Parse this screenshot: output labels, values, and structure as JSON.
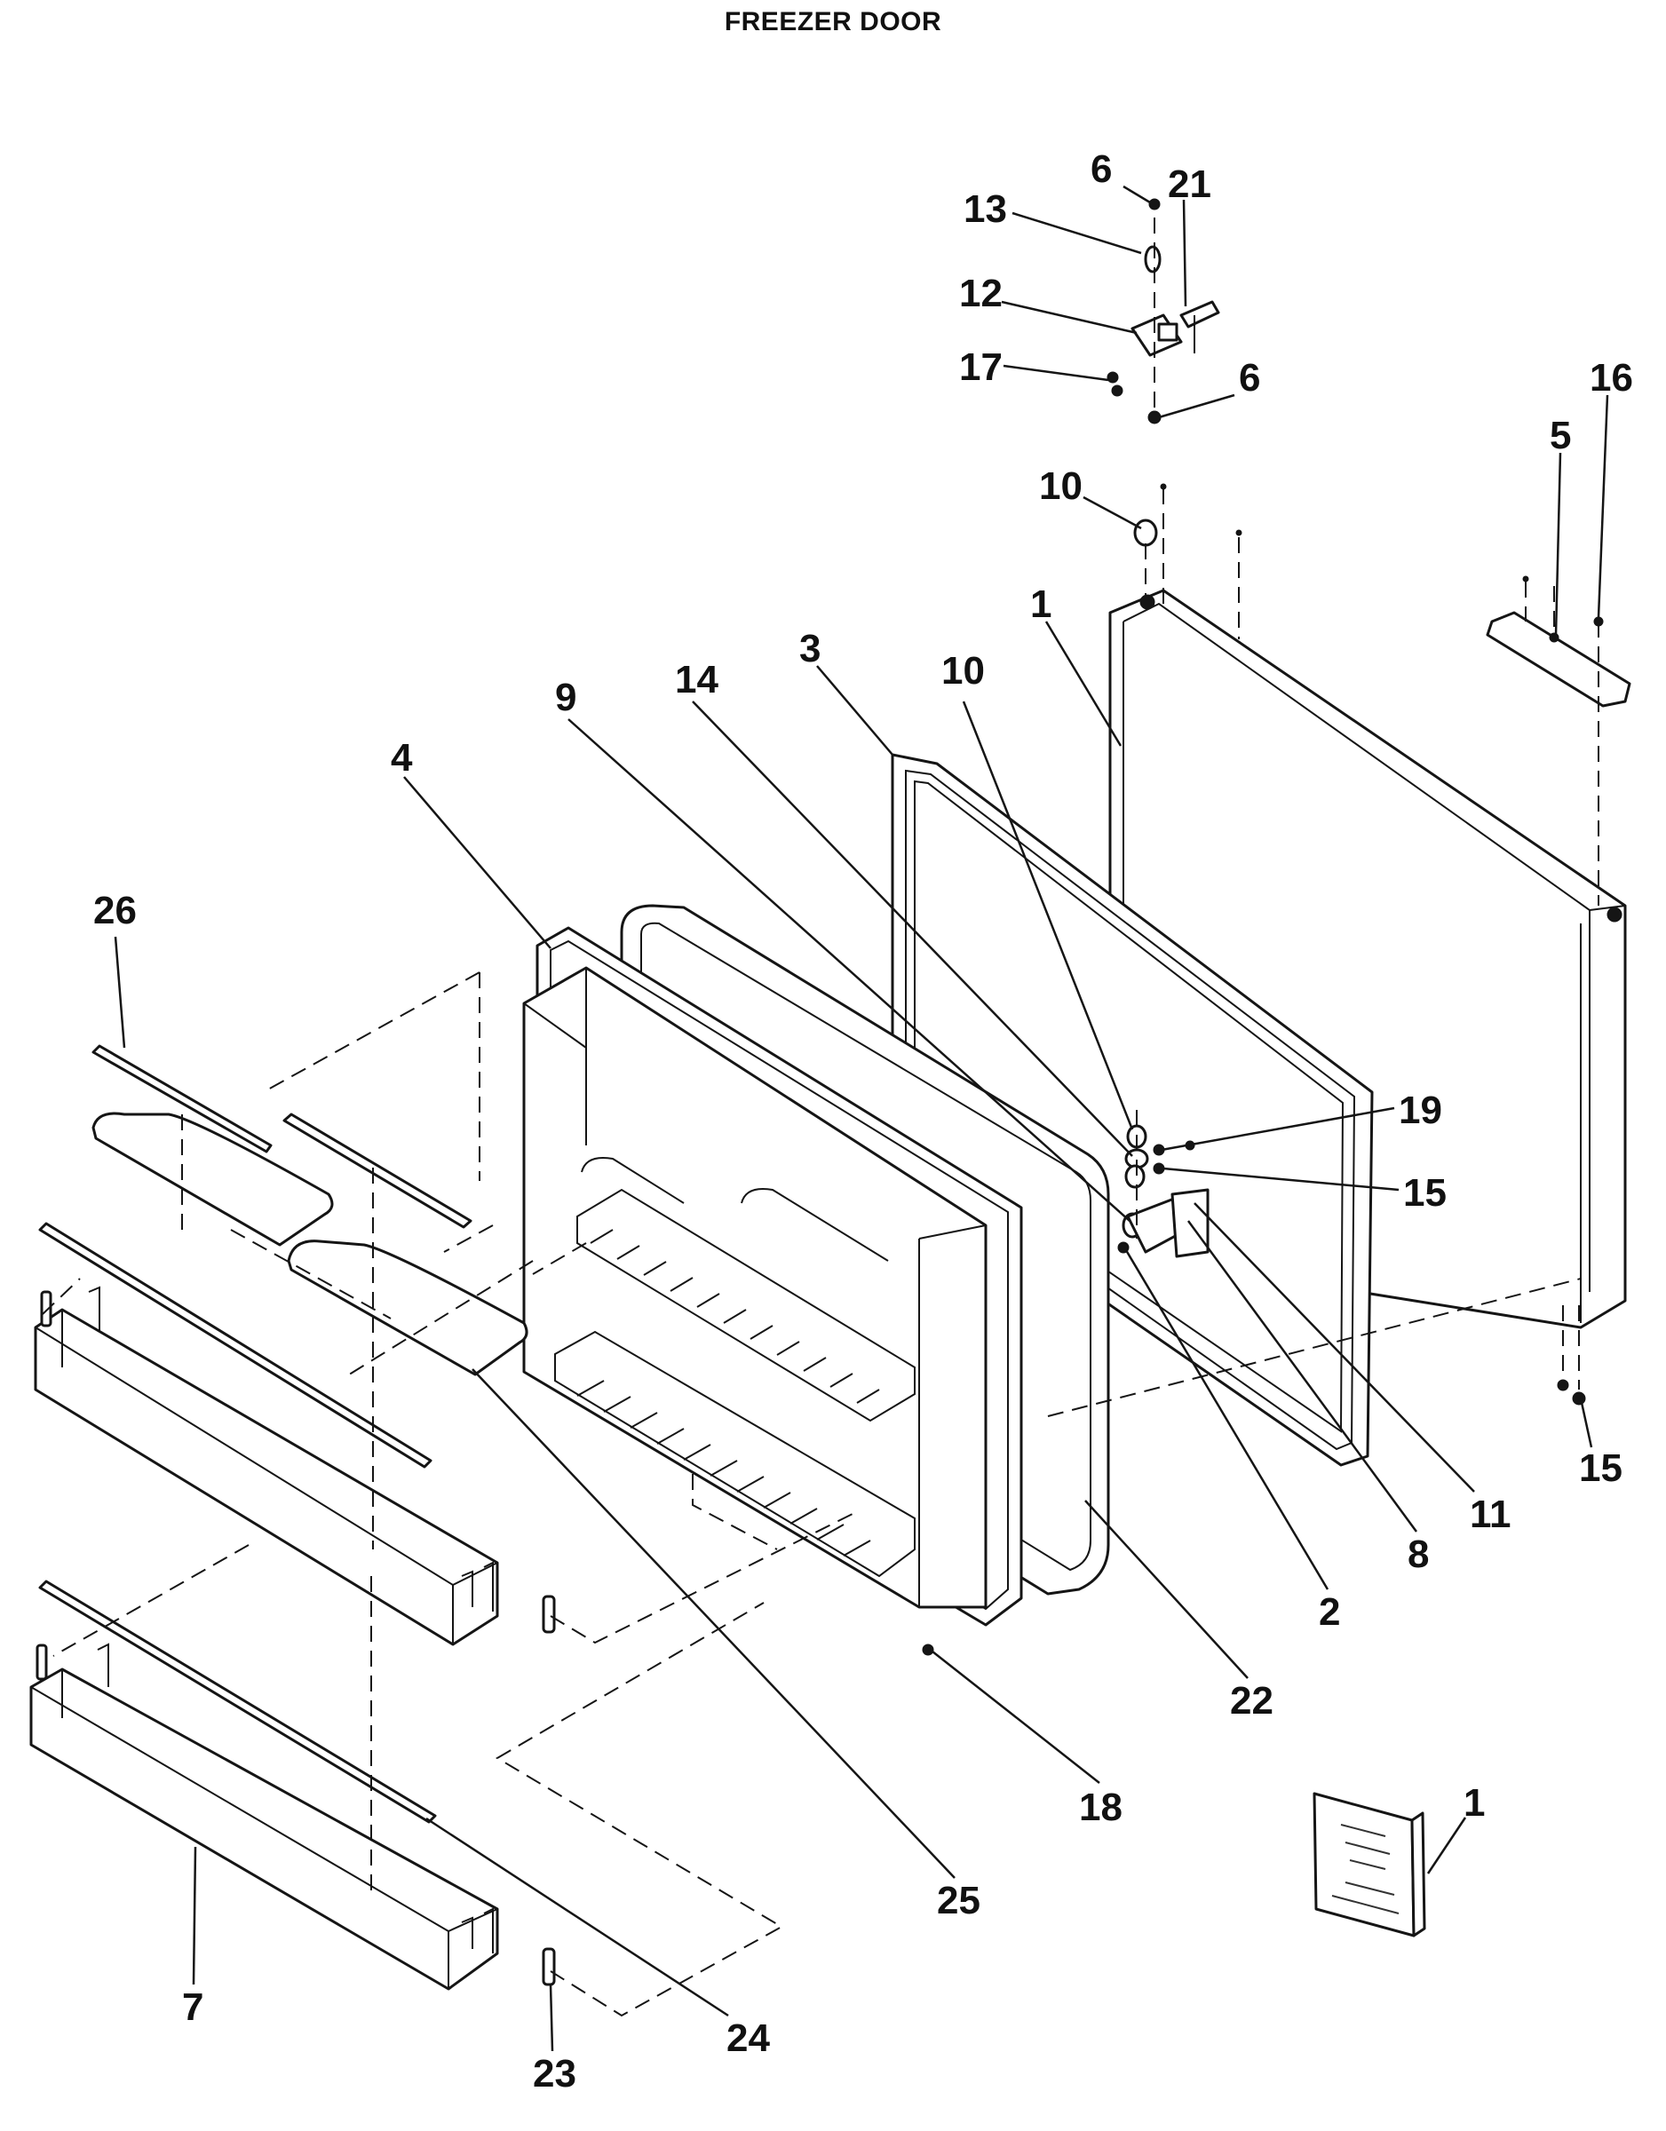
{
  "title": "FREEZER DOOR",
  "callouts": [
    {
      "id": "c6a",
      "label": "6"
    },
    {
      "id": "c21",
      "label": "21"
    },
    {
      "id": "c13",
      "label": "13"
    },
    {
      "id": "c12",
      "label": "12"
    },
    {
      "id": "c17",
      "label": "17"
    },
    {
      "id": "c6b",
      "label": "6"
    },
    {
      "id": "c16",
      "label": "16"
    },
    {
      "id": "c5",
      "label": "5"
    },
    {
      "id": "c10a",
      "label": "10"
    },
    {
      "id": "c1a",
      "label": "1"
    },
    {
      "id": "c3",
      "label": "3"
    },
    {
      "id": "c10b",
      "label": "10"
    },
    {
      "id": "c14",
      "label": "14"
    },
    {
      "id": "c9",
      "label": "9"
    },
    {
      "id": "c4",
      "label": "4"
    },
    {
      "id": "c26",
      "label": "26"
    },
    {
      "id": "c19",
      "label": "19"
    },
    {
      "id": "c15a",
      "label": "15"
    },
    {
      "id": "c15b",
      "label": "15"
    },
    {
      "id": "c11",
      "label": "11"
    },
    {
      "id": "c8",
      "label": "8"
    },
    {
      "id": "c2",
      "label": "2"
    },
    {
      "id": "c22",
      "label": "22"
    },
    {
      "id": "c18",
      "label": "18"
    },
    {
      "id": "c1b",
      "label": "1"
    },
    {
      "id": "c25",
      "label": "25"
    },
    {
      "id": "c7",
      "label": "7"
    },
    {
      "id": "c24",
      "label": "24"
    },
    {
      "id": "c23",
      "label": "23"
    }
  ]
}
